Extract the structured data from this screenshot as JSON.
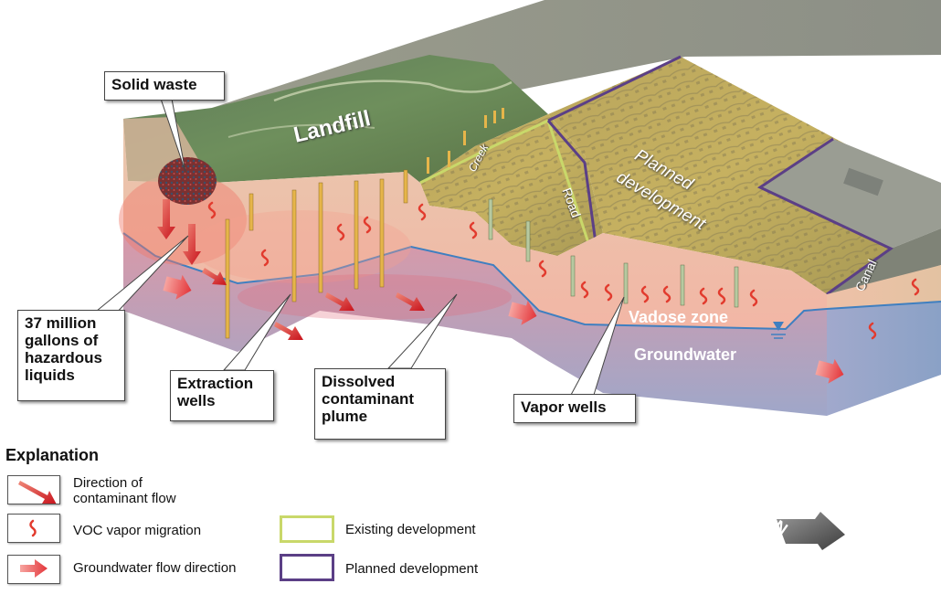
{
  "callouts": {
    "solid_waste": "Solid waste",
    "hazardous_liquids": [
      "37 million",
      "gallons of",
      "hazardous",
      "liquids"
    ],
    "extraction_wells": [
      "Extraction",
      "wells"
    ],
    "plume": [
      "Dissolved",
      "contaminant",
      "plume"
    ],
    "vapor_wells": "Vapor wells"
  },
  "map_labels": {
    "landfill": "Landfill",
    "creek": "Creek",
    "road": "Road",
    "planned_development": [
      "Planned",
      "development"
    ],
    "canal": "Canal"
  },
  "zones": {
    "vadose": "Vadose zone",
    "groundwater": "Groundwater"
  },
  "legend": {
    "title": "Explanation",
    "items": [
      {
        "label": [
          "Direction of",
          "contaminant flow"
        ]
      },
      {
        "label": [
          "VOC vapor migration"
        ]
      },
      {
        "label": [
          "Groundwater flow direction"
        ]
      }
    ],
    "development": [
      {
        "label": "Existing development",
        "color": "#c9d86a"
      },
      {
        "label": "Planned development",
        "color": "#5b3f86"
      }
    ]
  },
  "colors": {
    "contaminant_red": "#e23b2e",
    "groundwater_blue": "#7f97c2",
    "water_table_line": "#3f7fc0",
    "existing_dev": "#c9d86a",
    "planned_dev": "#5b3f86",
    "extraction_well": "#e6b54a",
    "vapor_well": "#b7c9a0"
  },
  "icons": {
    "north_arrow": "north-arrow-icon",
    "water_table_symbol": "water-table-icon"
  }
}
